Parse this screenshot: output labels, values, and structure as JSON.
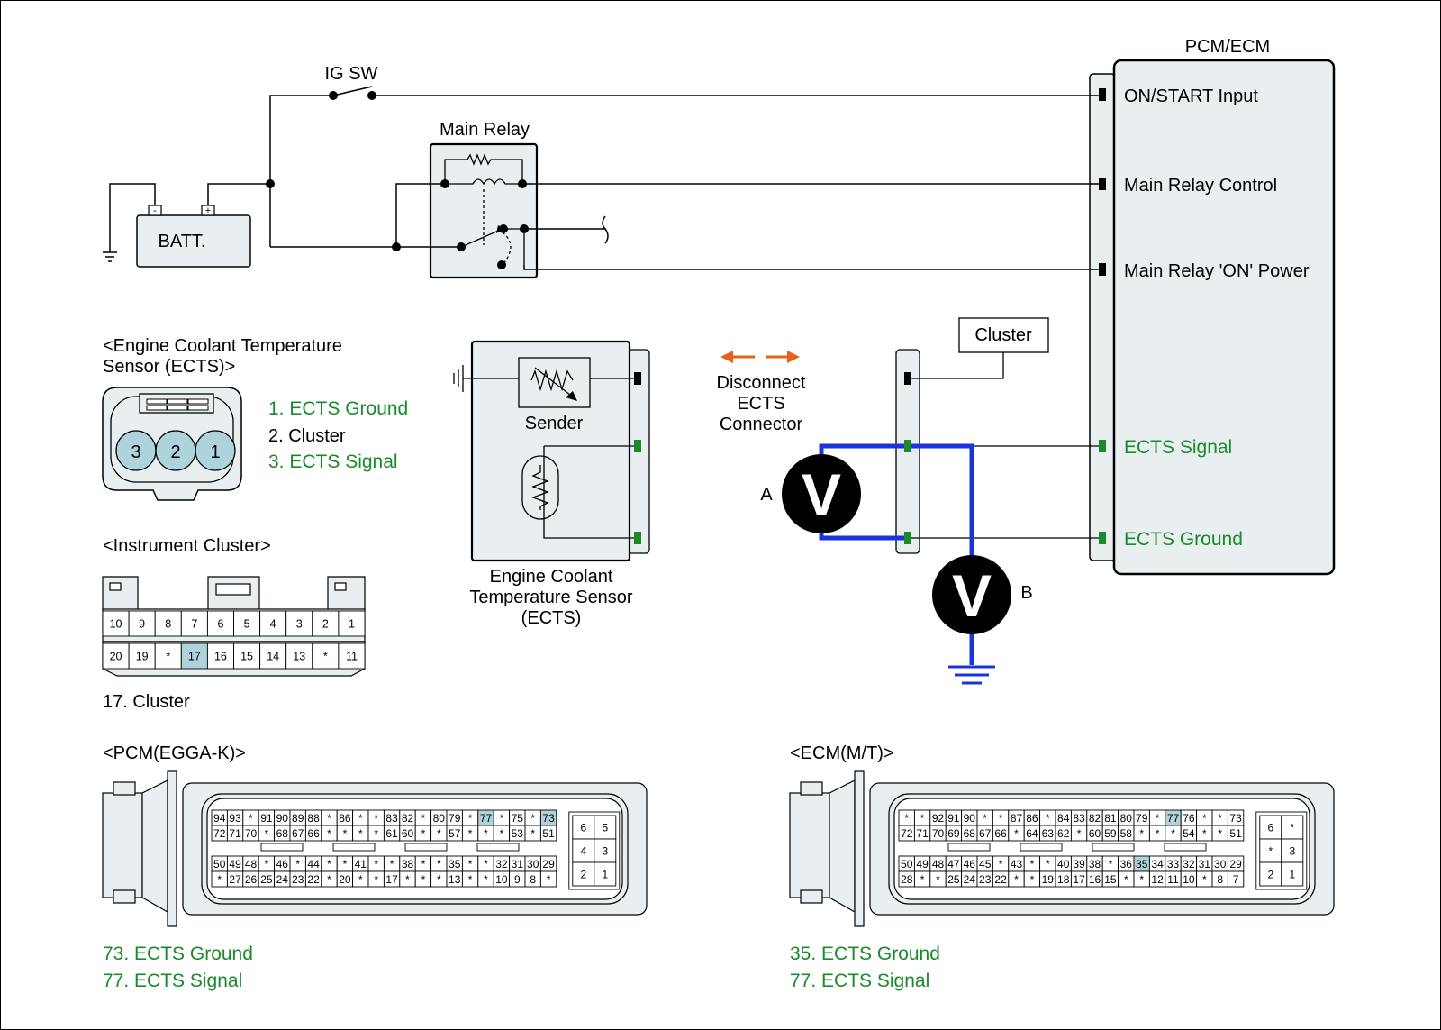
{
  "colors": {
    "wire": "#000000",
    "probe_wire": "#1a35e0",
    "green_text": "#1a8a2a",
    "module_fill": "#e9eff0",
    "highlight_pin": "#aed3dc",
    "arrow_orange": "#e8601c",
    "green_terminal": "#1a8a2a"
  },
  "top_circuit": {
    "pcm_title": "PCM/ECM",
    "ig_sw": "IG SW",
    "main_relay": "Main Relay",
    "battery": "BATT.",
    "batt_minus": "-",
    "batt_plus": "+",
    "pcm_pins": [
      "ON/START Input",
      "Main Relay Control",
      "Main Relay 'ON' Power",
      "ECTS Signal",
      "ECTS Ground"
    ]
  },
  "ects_connector": {
    "title_line1": "<Engine Coolant Temperature",
    "title_line2": "Sensor (ECTS)>",
    "pin_numbers": [
      "3",
      "2",
      "1"
    ],
    "legend": [
      "1. ECTS Ground",
      "2. Cluster",
      "3. ECTS Signal"
    ]
  },
  "sensor_block": {
    "sender": "Sender",
    "caption": [
      "Engine Coolant",
      "Temperature Sensor",
      "(ECTS)"
    ]
  },
  "measurement": {
    "disconnect_note": [
      "Disconnect",
      "ECTS",
      "Connector"
    ],
    "cluster_box": "Cluster",
    "meter_a_label": "A",
    "meter_b_label": "B",
    "meter_symbol": "V"
  },
  "instrument_cluster": {
    "title": "<Instrument Cluster>",
    "row1": [
      "10",
      "9",
      "8",
      "7",
      "6",
      "5",
      "4",
      "3",
      "2",
      "1"
    ],
    "row2": [
      "20",
      "19",
      "*",
      "17",
      "16",
      "15",
      "14",
      "13",
      "*",
      "11"
    ],
    "highlight": [
      "17"
    ],
    "note": "17. Cluster"
  },
  "pcm_connector": {
    "title": "<PCM(EGGA-K)>",
    "rows": [
      [
        "94",
        "93",
        "*",
        "91",
        "90",
        "89",
        "88",
        "*",
        "86",
        "*",
        "*",
        "83",
        "82",
        "*",
        "80",
        "79",
        "*",
        "77",
        "*",
        "75",
        "*",
        "73"
      ],
      [
        "72",
        "71",
        "70",
        "*",
        "68",
        "67",
        "66",
        "*",
        "*",
        "*",
        "*",
        "61",
        "60",
        "*",
        "*",
        "57",
        "*",
        "*",
        "*",
        "53",
        "*",
        "51"
      ],
      [
        "50",
        "49",
        "48",
        "*",
        "46",
        "*",
        "44",
        "*",
        "*",
        "41",
        "*",
        "*",
        "38",
        "*",
        "*",
        "35",
        "*",
        "*",
        "32",
        "31",
        "30",
        "29"
      ],
      [
        "*",
        "27",
        "26",
        "25",
        "24",
        "23",
        "22",
        "*",
        "20",
        "*",
        "*",
        "17",
        "*",
        "*",
        "*",
        "13",
        "*",
        "*",
        "10",
        "9",
        "8",
        "*"
      ]
    ],
    "side": [
      "6",
      "5",
      "4",
      "3",
      "2",
      "1"
    ],
    "highlight": [
      "77",
      "73"
    ],
    "legend": [
      "73. ECTS Ground",
      "77. ECTS Signal"
    ]
  },
  "ecm_connector": {
    "title": "<ECM(M/T)>",
    "rows": [
      [
        "*",
        "*",
        "92",
        "91",
        "90",
        "*",
        "*",
        "87",
        "86",
        "*",
        "84",
        "83",
        "82",
        "81",
        "80",
        "79",
        "*",
        "77",
        "76",
        "*",
        "*",
        "73"
      ],
      [
        "72",
        "71",
        "70",
        "69",
        "68",
        "67",
        "66",
        "*",
        "64",
        "63",
        "62",
        "*",
        "60",
        "59",
        "58",
        "*",
        "*",
        "*",
        "54",
        "*",
        "*",
        "51"
      ],
      [
        "50",
        "49",
        "48",
        "47",
        "46",
        "45",
        "*",
        "43",
        "*",
        "*",
        "40",
        "39",
        "38",
        "*",
        "36",
        "35",
        "34",
        "33",
        "32",
        "31",
        "30",
        "29"
      ],
      [
        "28",
        "*",
        "*",
        "25",
        "24",
        "23",
        "22",
        "*",
        "*",
        "19",
        "18",
        "17",
        "16",
        "15",
        "*",
        "*",
        "12",
        "11",
        "10",
        "*",
        "8",
        "7"
      ]
    ],
    "side": [
      "6",
      "*",
      "*",
      "3",
      "2",
      "1"
    ],
    "highlight": [
      "77",
      "35"
    ],
    "legend": [
      "35. ECTS Ground",
      "77. ECTS Signal"
    ]
  }
}
